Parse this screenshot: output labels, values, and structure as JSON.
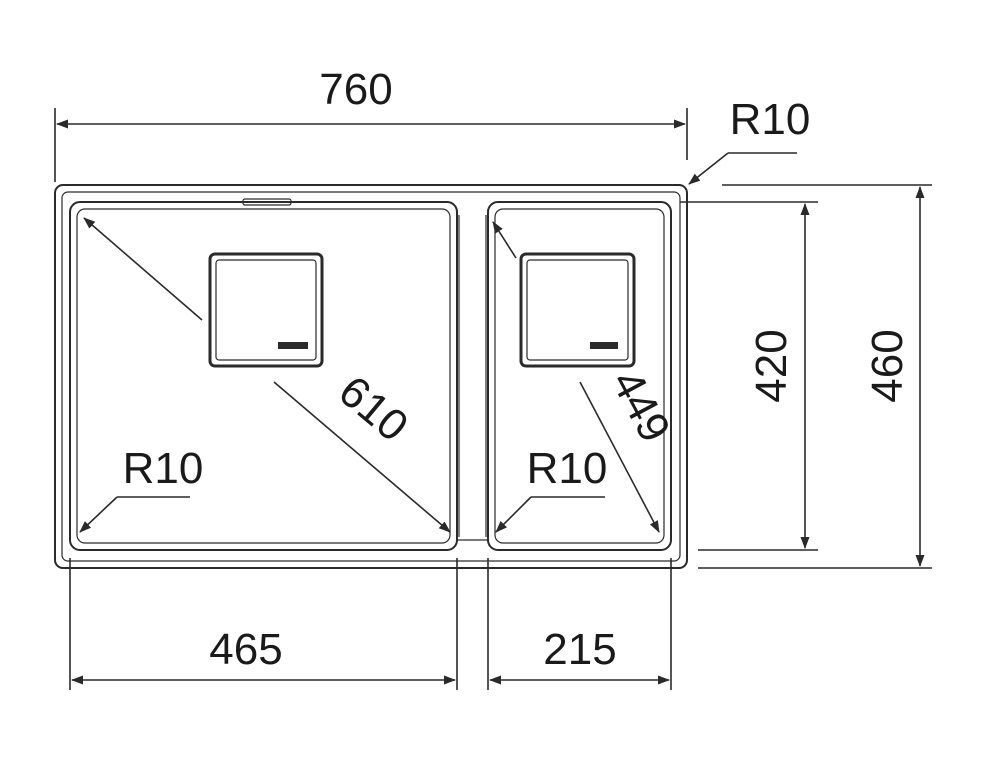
{
  "dimensions": {
    "overall_width": "760",
    "overall_depth": "460",
    "inner_depth": "420",
    "left_bowl_width": "465",
    "right_bowl_width": "215",
    "left_bowl_diagonal": "610",
    "right_bowl_diagonal": "449",
    "outer_corner_radius": "R10",
    "left_bowl_radius": "R10",
    "right_bowl_radius": "R10"
  },
  "colors": {
    "line": "#2a2a2a",
    "text": "#1a1a1a",
    "background": "#ffffff"
  }
}
